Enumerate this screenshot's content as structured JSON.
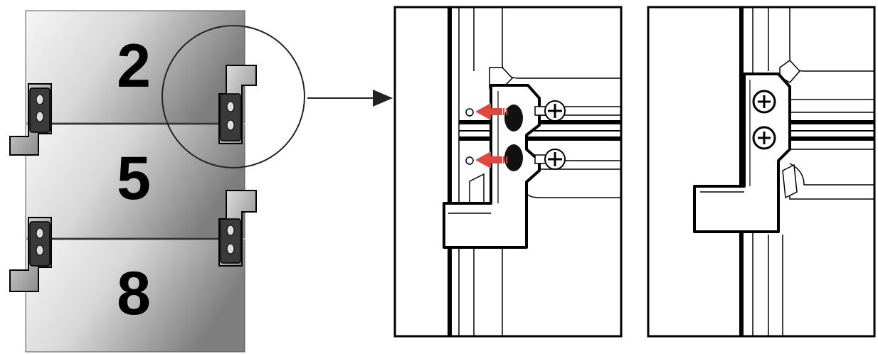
{
  "panels": [
    {
      "number": "2"
    },
    {
      "number": "5"
    },
    {
      "number": "8"
    }
  ],
  "colors": {
    "outline": "#000000",
    "arrow": "#e0473f",
    "panel_light": "#f4f4f4",
    "panel_dark": "#8a8a8a"
  },
  "icons": {
    "hinge": "hinge-bracket-icon",
    "screw": "phillips-screw-icon",
    "arrow": "insert-arrow-icon"
  }
}
